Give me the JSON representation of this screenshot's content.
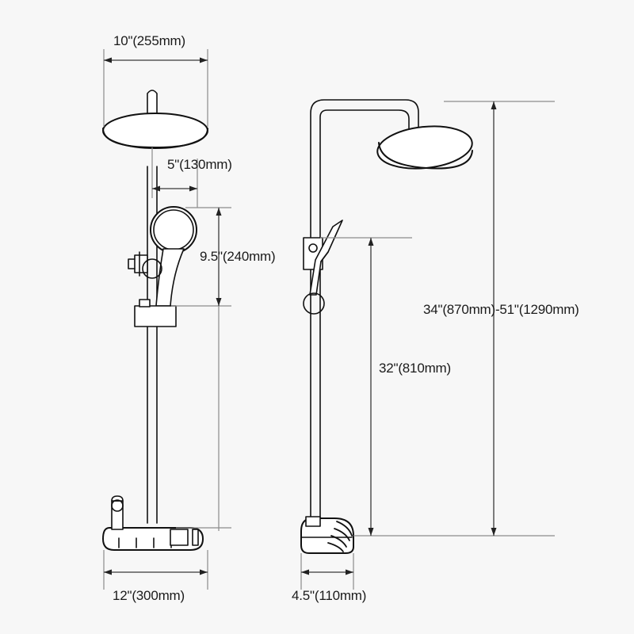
{
  "drawing": {
    "title": "Shower system dimension drawing",
    "background_color": "#f7f7f7",
    "line_color": "#111111",
    "dimension_line_color": "#3a3a3a",
    "extension_line_color": "#8c8c8c",
    "views": [
      {
        "name": "front-view",
        "label": ""
      },
      {
        "name": "side-view",
        "label": ""
      }
    ]
  },
  "dimensions": {
    "shower_head_diameter": "10\"(255mm)",
    "handheld_offset": "5\"(130mm)",
    "handheld_travel": "9.5\"(240mm)",
    "overall_height_range": "34\"(870mm)-51\"(1290mm)",
    "bar_height": "32\"(810mm)",
    "base_width": "12\"(300mm)",
    "base_depth": "4.5\"(110mm)"
  }
}
